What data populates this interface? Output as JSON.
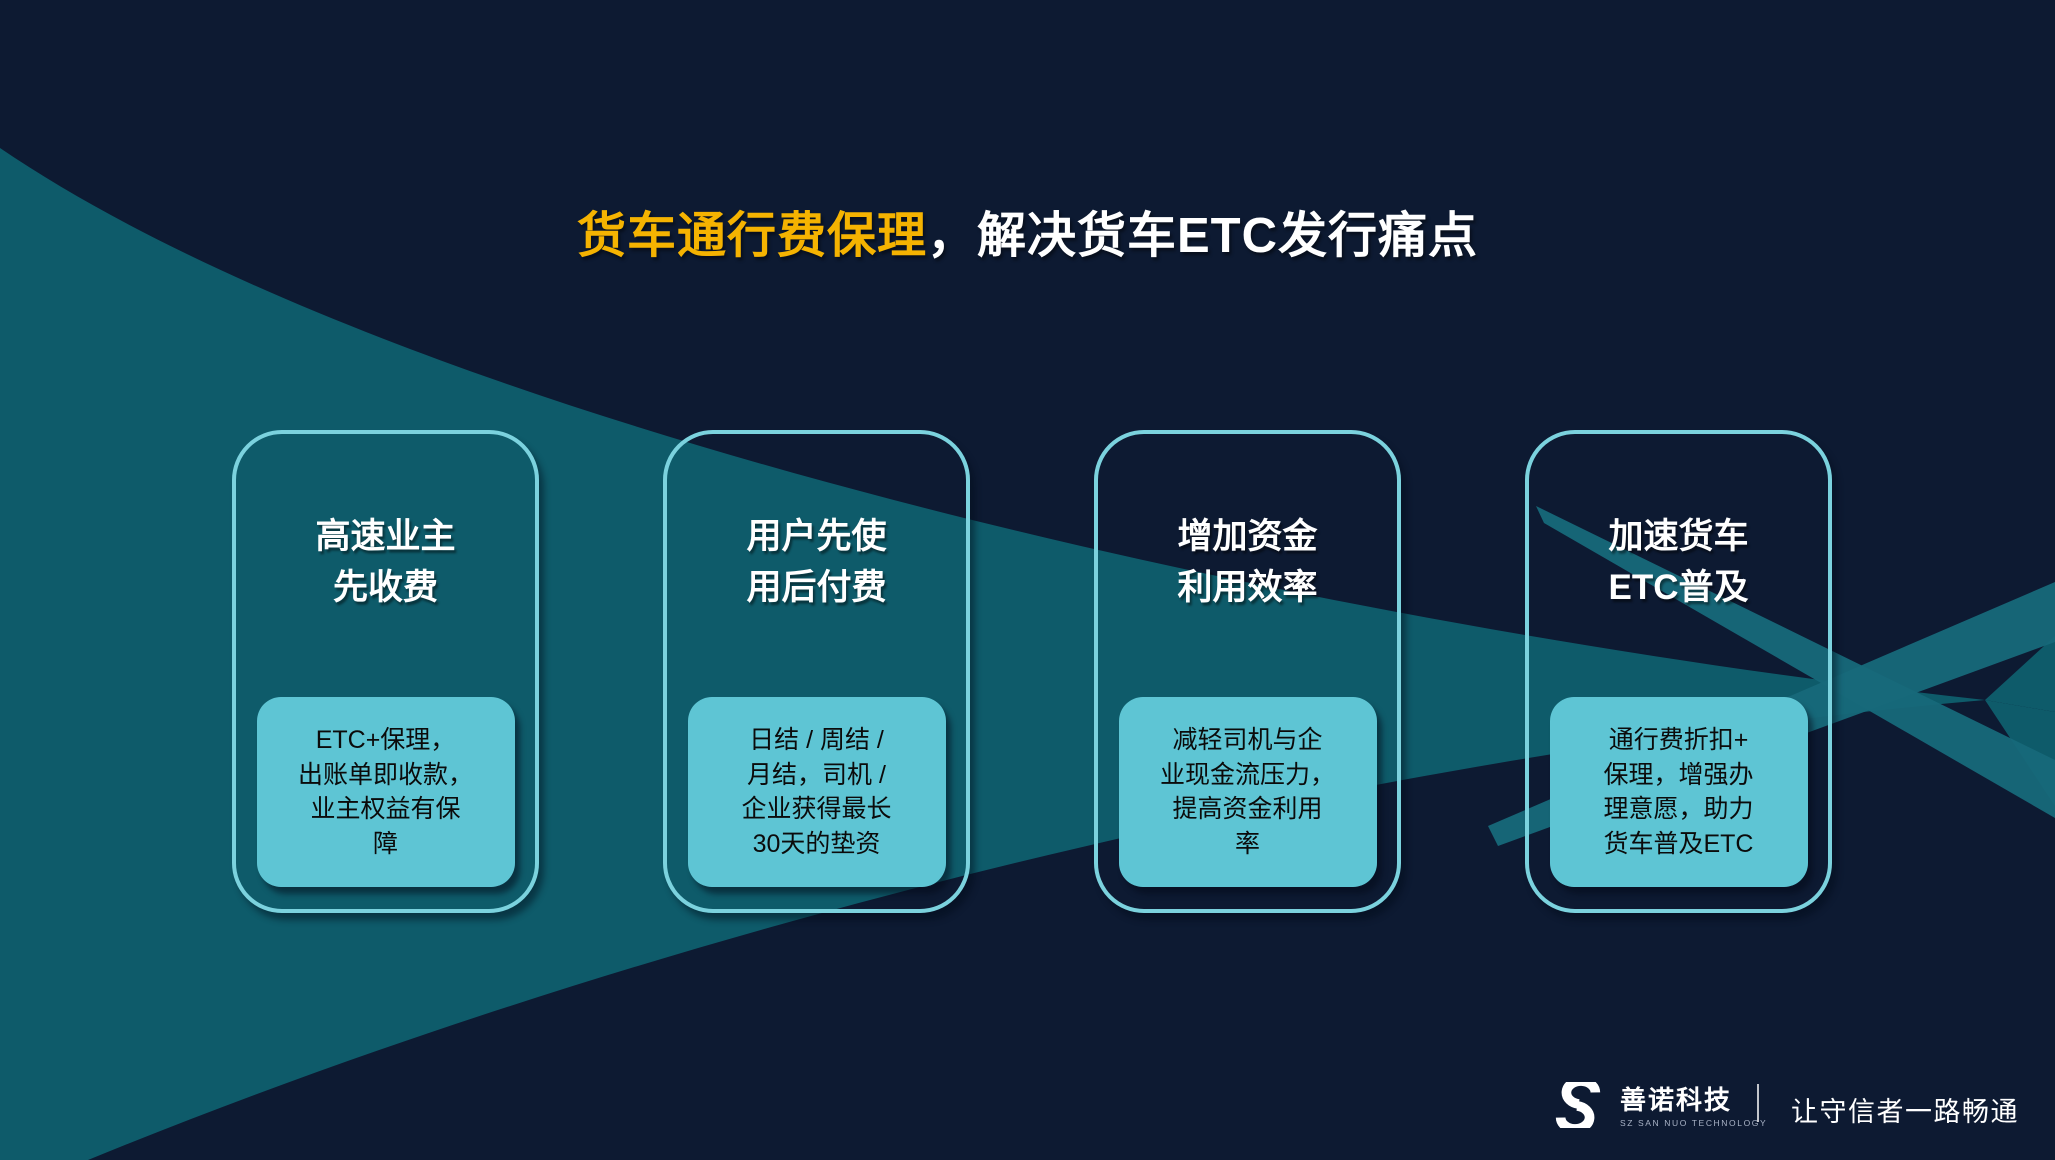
{
  "title": {
    "highlight": "货车通行费保理",
    "rest": "，解决货车ETC发行痛点"
  },
  "cards": [
    {
      "heading": "高速业主\n先收费",
      "detail": "ETC+保理，\n出账单即收款，\n业主权益有保\n障"
    },
    {
      "heading": "用户先使\n用后付费",
      "detail": "日结 / 周结 /\n月结，司机 /\n企业获得最长\n30天的垫资"
    },
    {
      "heading": "增加资金\n利用效率",
      "detail": "减轻司机与企\n业现金流压力，\n提高资金利用\n率"
    },
    {
      "heading": "加速货车\nETC普及",
      "detail": "通行费折扣+\n保理，增强办\n理意愿，助力\n货车普及ETC"
    }
  ],
  "footer": {
    "brand": "善诺科技",
    "brand_sub": "SZ SAN NUO TECHNOLOGY",
    "slogan": "让守信者一路畅通"
  },
  "colors": {
    "background": "#0D1A32",
    "funnel": "#0E5B6A",
    "streak": "#17697A",
    "card_border": "#7BD2DE",
    "detail_bg": "#5EC5D4",
    "title_highlight": "#F5B301",
    "text_white": "#FFFFFF",
    "text_dark": "#0B0B0B"
  }
}
